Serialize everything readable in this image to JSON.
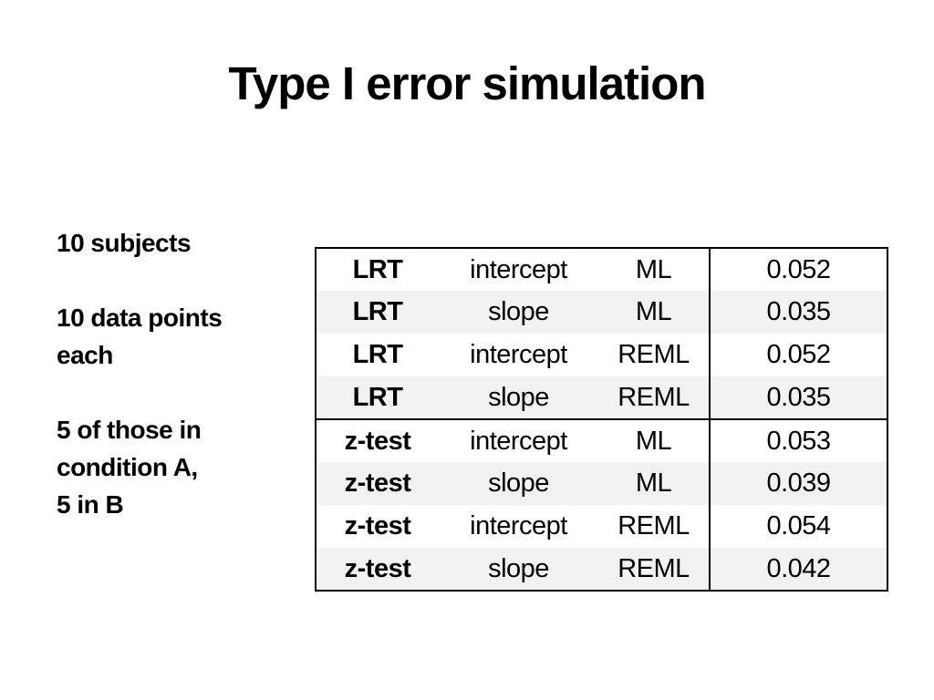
{
  "title": "Type I error simulation",
  "notes": {
    "paragraphs": [
      {
        "lines": [
          "10 subjects"
        ]
      },
      {
        "lines": [
          "10 data points",
          "each"
        ]
      },
      {
        "lines": [
          "5 of those in",
          "condition A,",
          "5 in B"
        ]
      }
    ]
  },
  "table": {
    "rows": [
      [
        "LRT",
        "intercept",
        "ML",
        "0.052"
      ],
      [
        "LRT",
        "slope",
        "ML",
        "0.035"
      ],
      [
        "LRT",
        "intercept",
        "REML",
        "0.052"
      ],
      [
        "LRT",
        "slope",
        "REML",
        "0.035"
      ],
      [
        "z-test",
        "intercept",
        "ML",
        "0.053"
      ],
      [
        "z-test",
        "slope",
        "ML",
        "0.039"
      ],
      [
        "z-test",
        "intercept",
        "REML",
        "0.054"
      ],
      [
        "z-test",
        "slope",
        "REML",
        "0.042"
      ]
    ]
  },
  "colors": {
    "background": "#ffffff",
    "text": "#000000",
    "table_border": "#000000",
    "row_stripe": "#f2f2f2"
  }
}
